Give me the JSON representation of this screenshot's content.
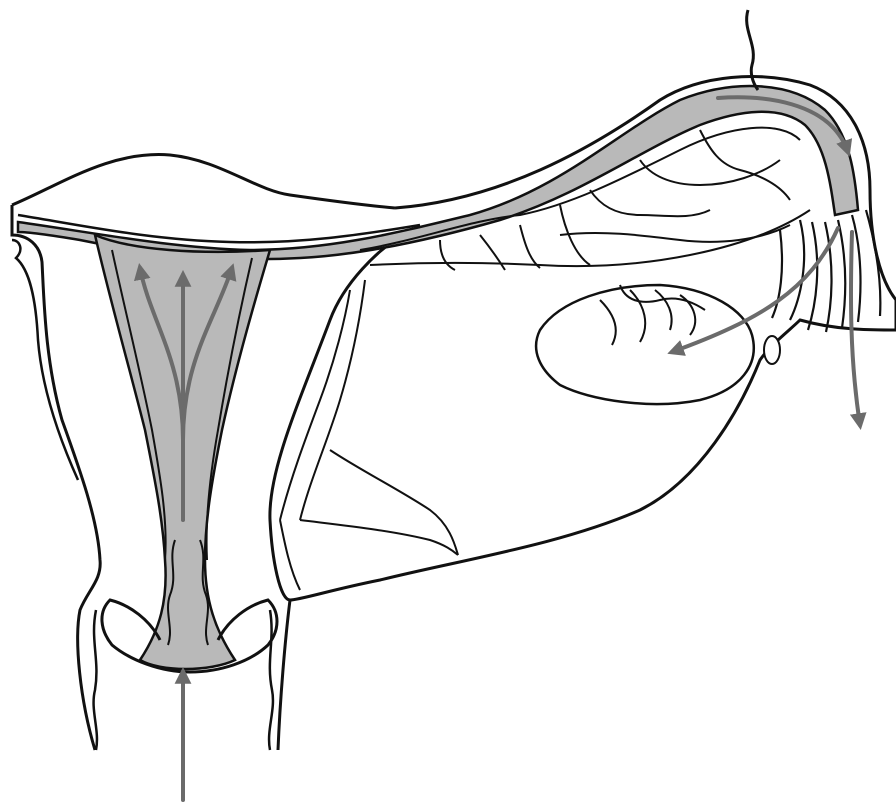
{
  "colors": {
    "background": "#ffffff",
    "outline": "#111111",
    "lumen_fill": "#b9b9b9",
    "arrow": "#6b6b6b"
  },
  "structures": [
    "uterus-body",
    "uterine-cavity",
    "cervical-canal",
    "vaginal-wall",
    "fallopian-tube",
    "fimbriae",
    "ovary",
    "broad-ligament",
    "blood-vessels"
  ],
  "flow_arrows": [
    "entry-arrow-cervix",
    "cavity-arrow-up",
    "cavity-arrow-branch",
    "tube-arrow",
    "ovary-arrow",
    "fimbria-exit-arrow"
  ]
}
